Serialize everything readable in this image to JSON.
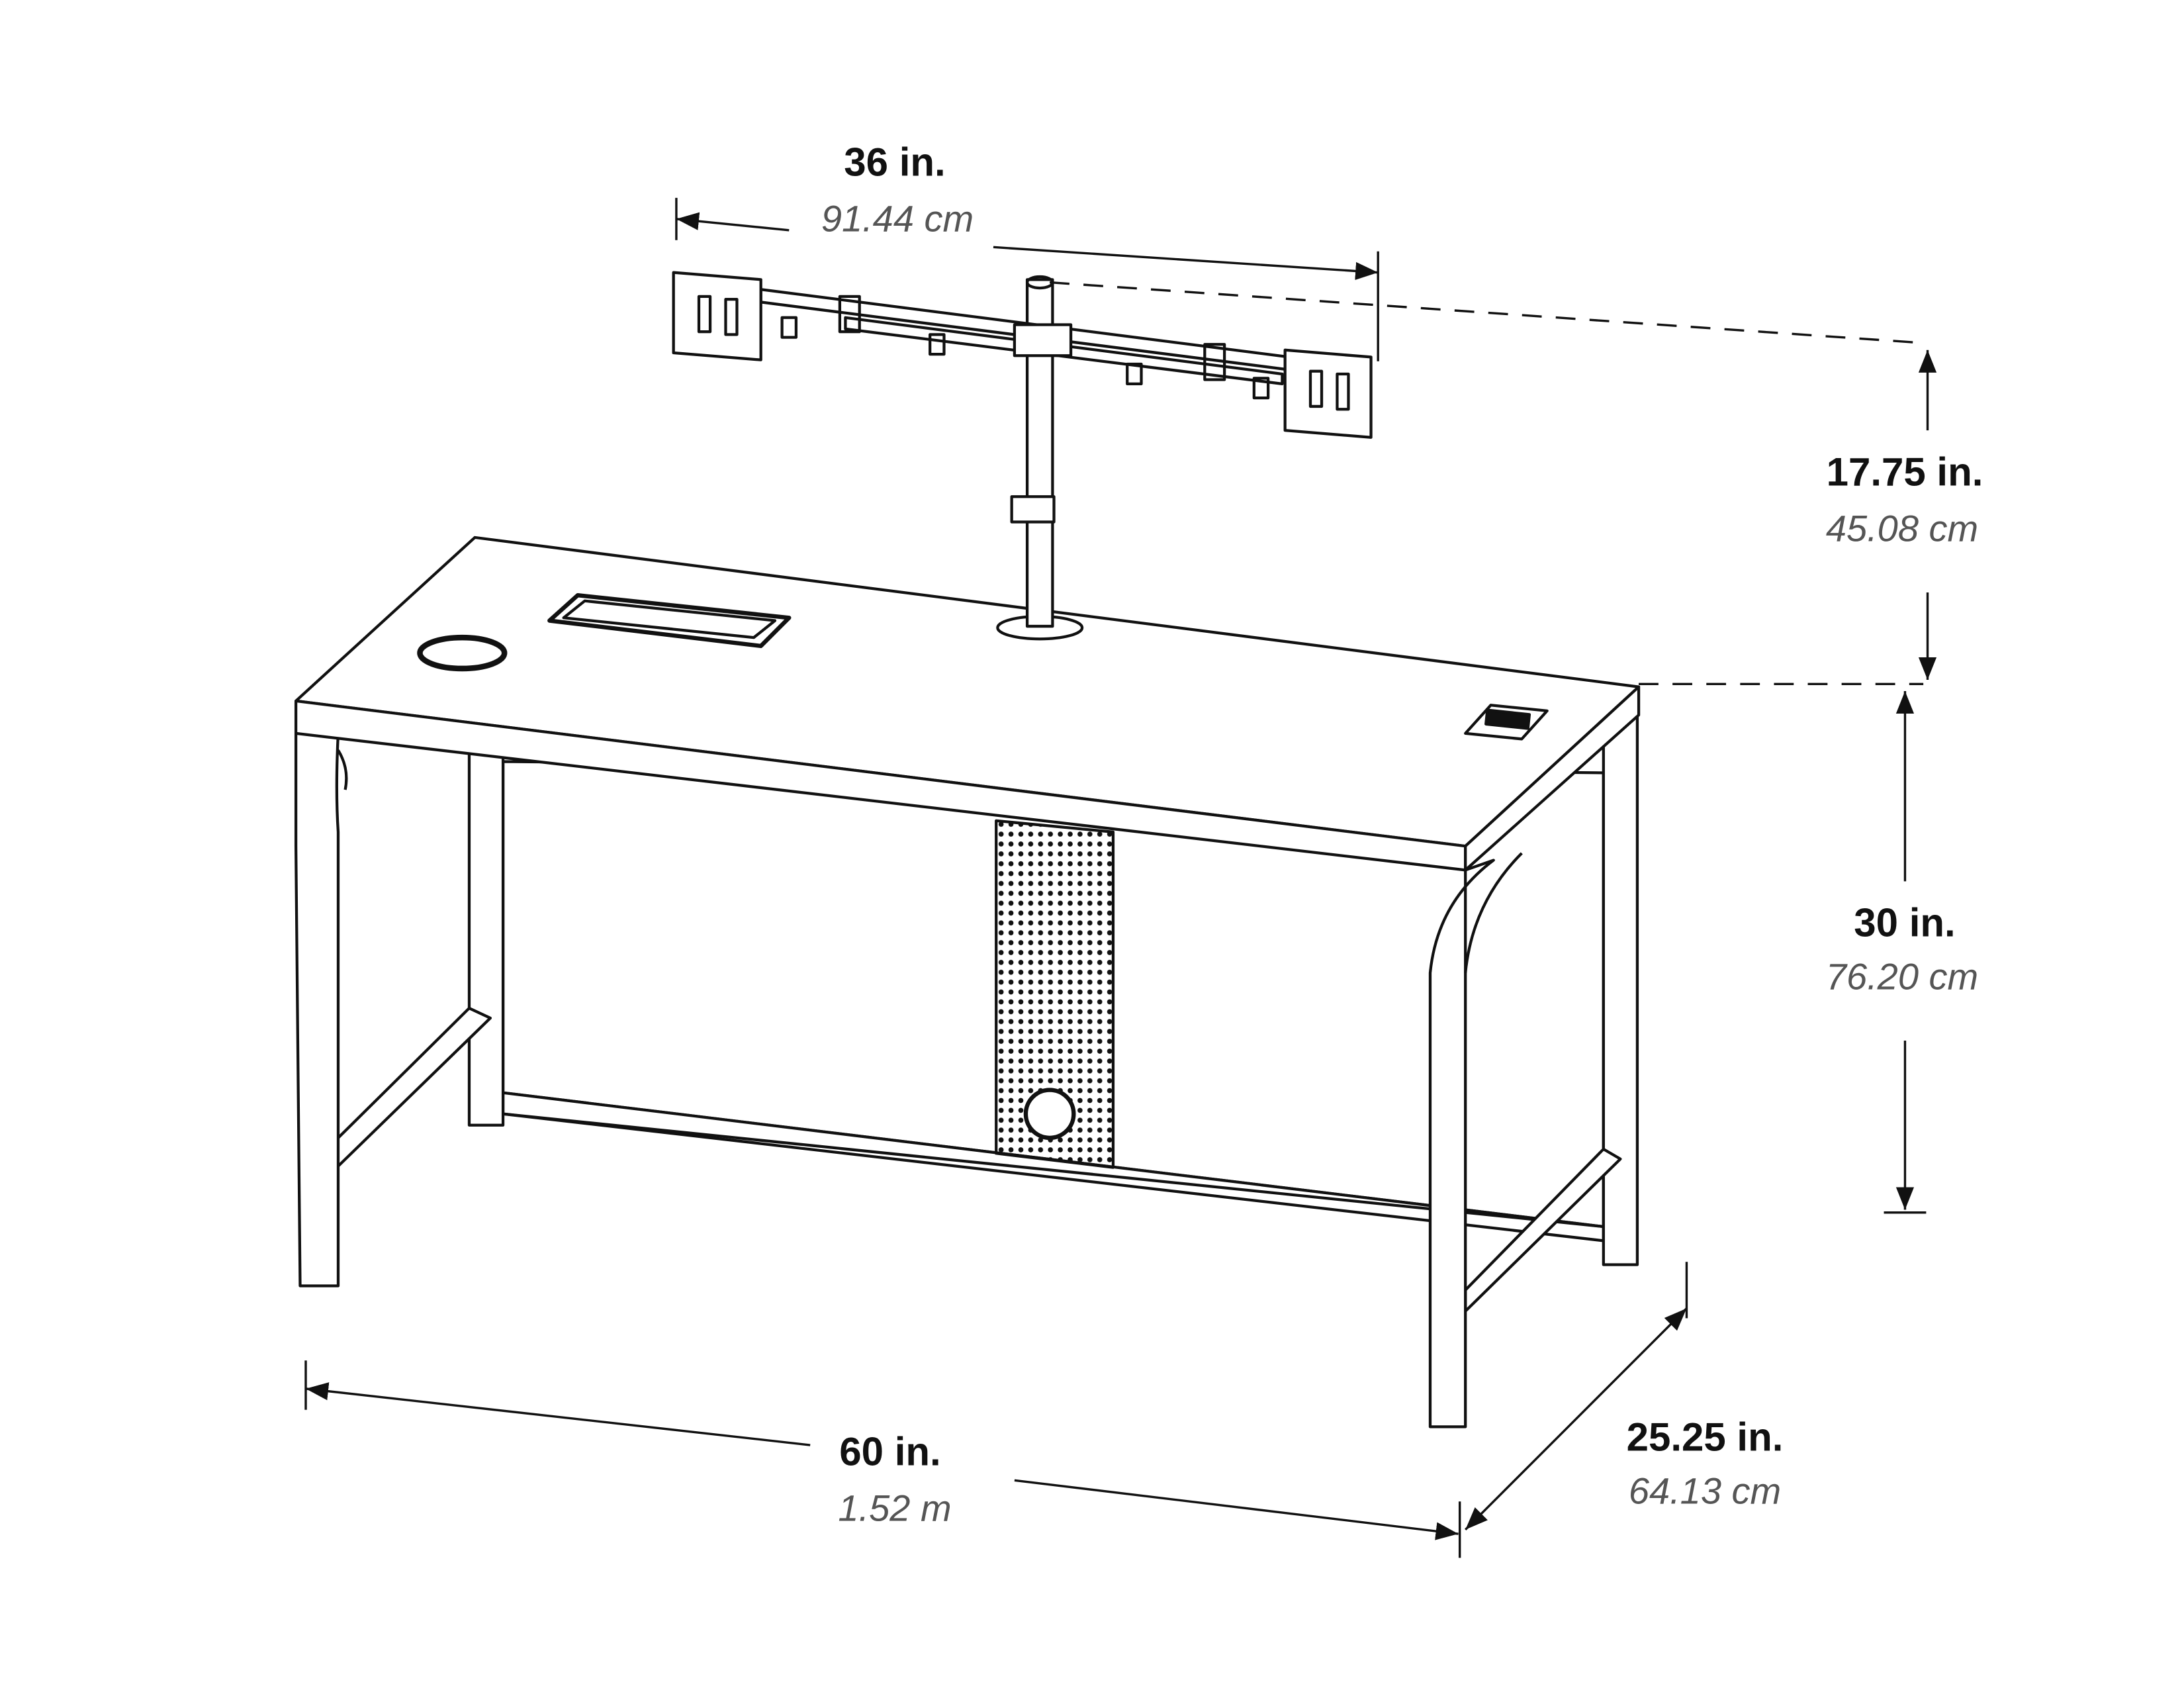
{
  "dimensions": {
    "monitor_arm_width": {
      "imperial": "36 in.",
      "metric": "91.44 cm"
    },
    "monitor_arm_height": {
      "imperial": "17.75 in.",
      "metric": "45.08 cm"
    },
    "desk_height": {
      "imperial": "30 in.",
      "metric": "76.20 cm"
    },
    "desk_width": {
      "imperial": "60 in.",
      "metric": "1.52 m"
    },
    "desk_depth": {
      "imperial": "25.25 in.",
      "metric": "64.13 cm"
    }
  },
  "colors": {
    "line": "#111111",
    "metric_text": "#555555"
  }
}
